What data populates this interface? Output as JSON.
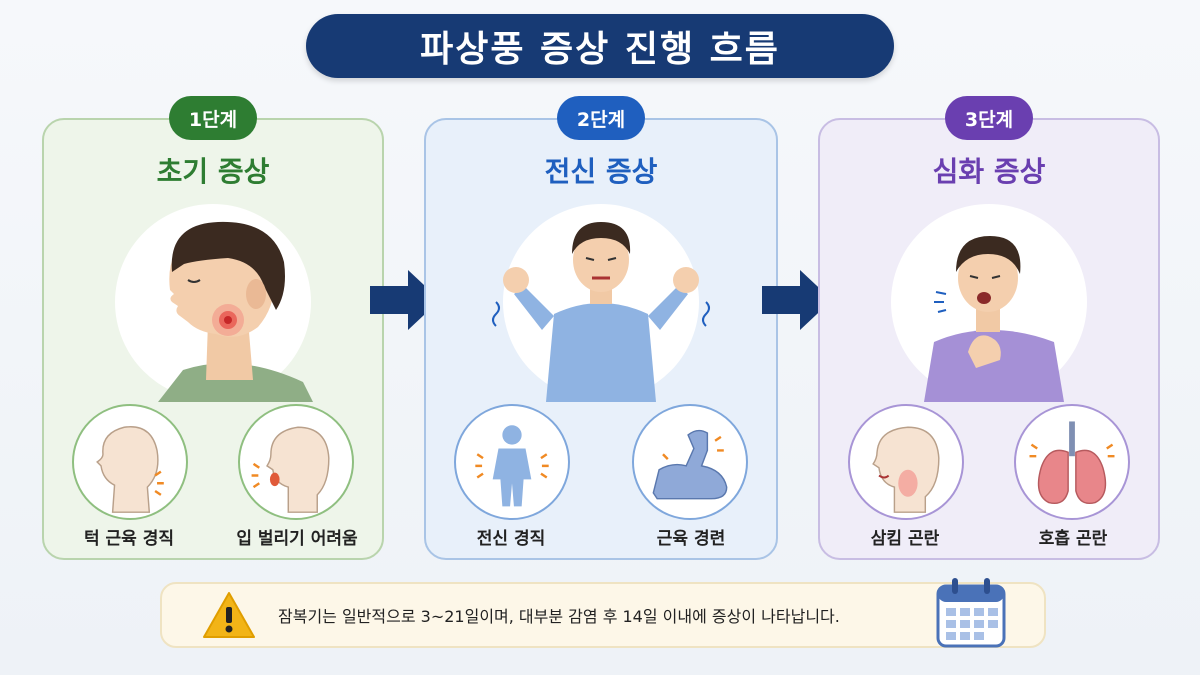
{
  "title": "파상풍 증상 진행 흐름",
  "stages": [
    {
      "badge": "1단계",
      "title": "초기 증상",
      "symptoms": [
        {
          "label": "턱 근육 경직",
          "icon": "jaw-stiffness-icon"
        },
        {
          "label": "입 벌리기 어려움",
          "icon": "mouth-opening-difficulty-icon"
        }
      ]
    },
    {
      "badge": "2단계",
      "title": "전신 증상",
      "symptoms": [
        {
          "label": "전신 경직",
          "icon": "body-stiffness-icon"
        },
        {
          "label": "근육 경련",
          "icon": "muscle-spasm-icon"
        }
      ]
    },
    {
      "badge": "3단계",
      "title": "심화 증상",
      "symptoms": [
        {
          "label": "삼킴 곤란",
          "icon": "swallowing-difficulty-icon"
        },
        {
          "label": "호흡 곤란",
          "icon": "lungs-icon"
        }
      ]
    }
  ],
  "note": {
    "text": "잠복기는 일반적으로 3~21일이며, 대부분 감염 후 14일 이내에 증상이 나타납니다.",
    "icons": [
      "warning-icon",
      "calendar-icon"
    ]
  },
  "colors": {
    "title_bg": "#173a74",
    "stage1": "#2e7d32",
    "stage2": "#1f5fbf",
    "stage3": "#6a3fb0",
    "arrow": "#173a74",
    "warning": "#f2b417"
  }
}
